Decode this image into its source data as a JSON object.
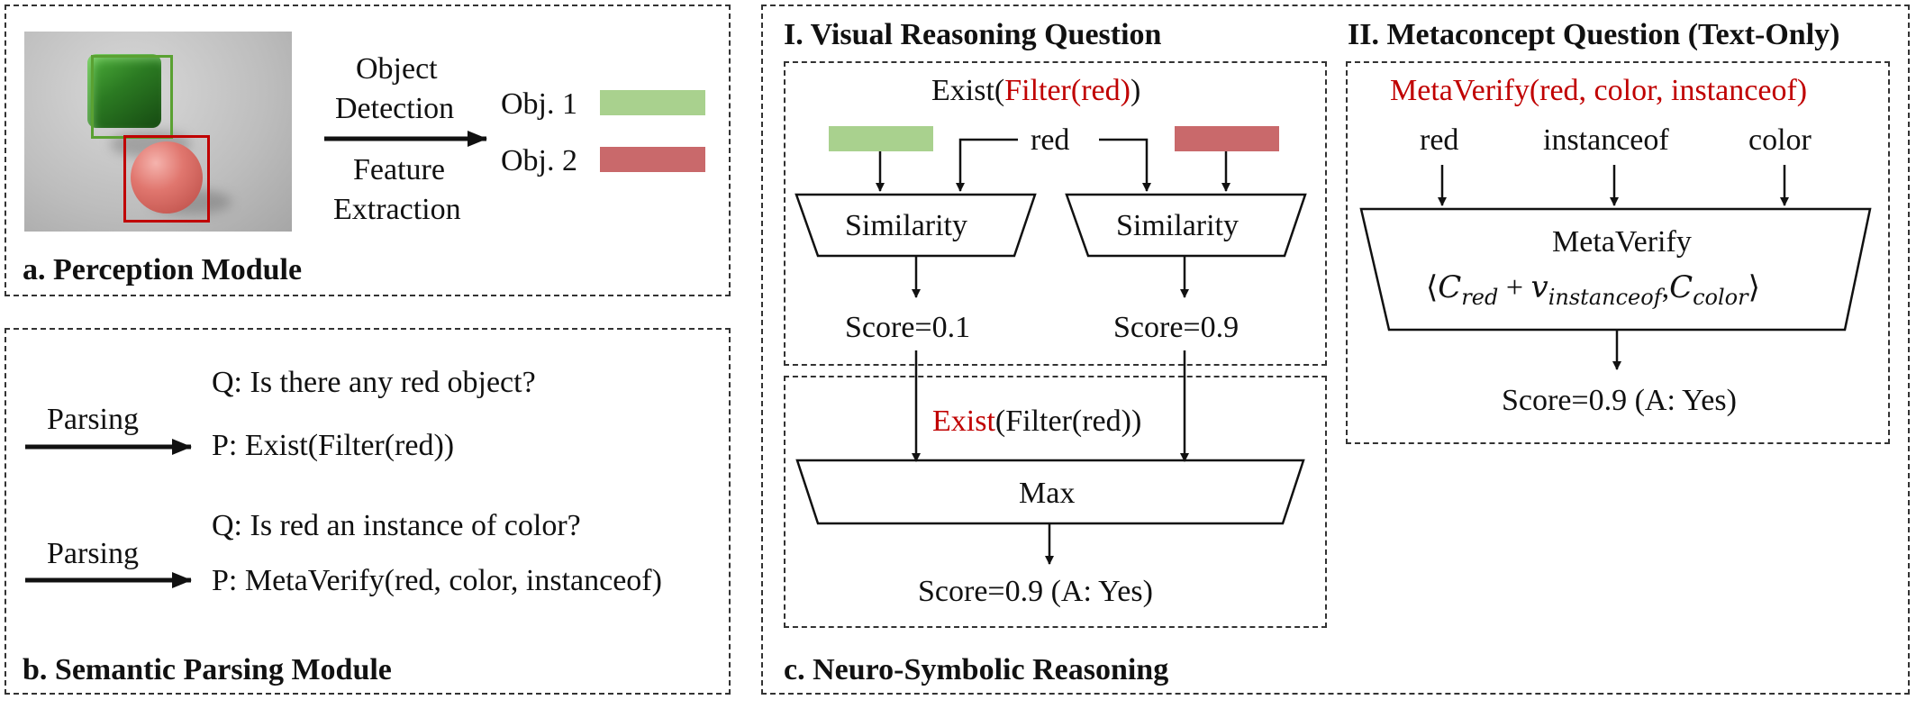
{
  "perception": {
    "caption": "a. Perception Module",
    "arrow_top_label_1": "Object",
    "arrow_top_label_2": "Detection",
    "arrow_bottom_label_1": "Feature",
    "arrow_bottom_label_2": "Extraction",
    "obj1_label": "Obj. 1",
    "obj2_label": "Obj. 2",
    "obj1_color": "#a9d18e",
    "obj2_color": "#c9696b"
  },
  "parsing": {
    "caption": "b. Semantic Parsing Module",
    "arrow_label_1": "Parsing",
    "arrow_label_2": "Parsing",
    "q1": "Q: Is there any red object?",
    "p1": "P: Exist(Filter(red))",
    "q2": "Q: Is red an instance of color?",
    "p2": "P: MetaVerify(red, color, instanceof)"
  },
  "reasoning": {
    "caption": "c. Neuro-Symbolic Reasoning",
    "visual": {
      "title": "I. Visual Reasoning Question",
      "program_prefix": "Exist(",
      "program_highlight": "Filter(red)",
      "program_suffix": ")",
      "concept": "red",
      "similarity_left": "Similarity",
      "similarity_right": "Similarity",
      "score_left": "Score=0.1",
      "score_right": "Score=0.9",
      "exist_highlight": "Exist",
      "exist_rest": "(Filter(red))",
      "max_label": "Max",
      "final_score": "Score=0.9 (A: Yes)"
    },
    "meta": {
      "title": "II. Metaconcept Question (Text-Only)",
      "program": "MetaVerify(red, color, instanceof)",
      "input_1": "red",
      "input_2": "instanceof",
      "input_3": "color",
      "op_label": "MetaVerify",
      "formula_c": "C",
      "formula_red": "red",
      "formula_plus": " + ",
      "formula_v": "v",
      "formula_instanceof": "instanceof",
      "formula_comma": ",",
      "formula_color": "color",
      "final_score": "Score=0.9 (A: Yes)"
    }
  }
}
